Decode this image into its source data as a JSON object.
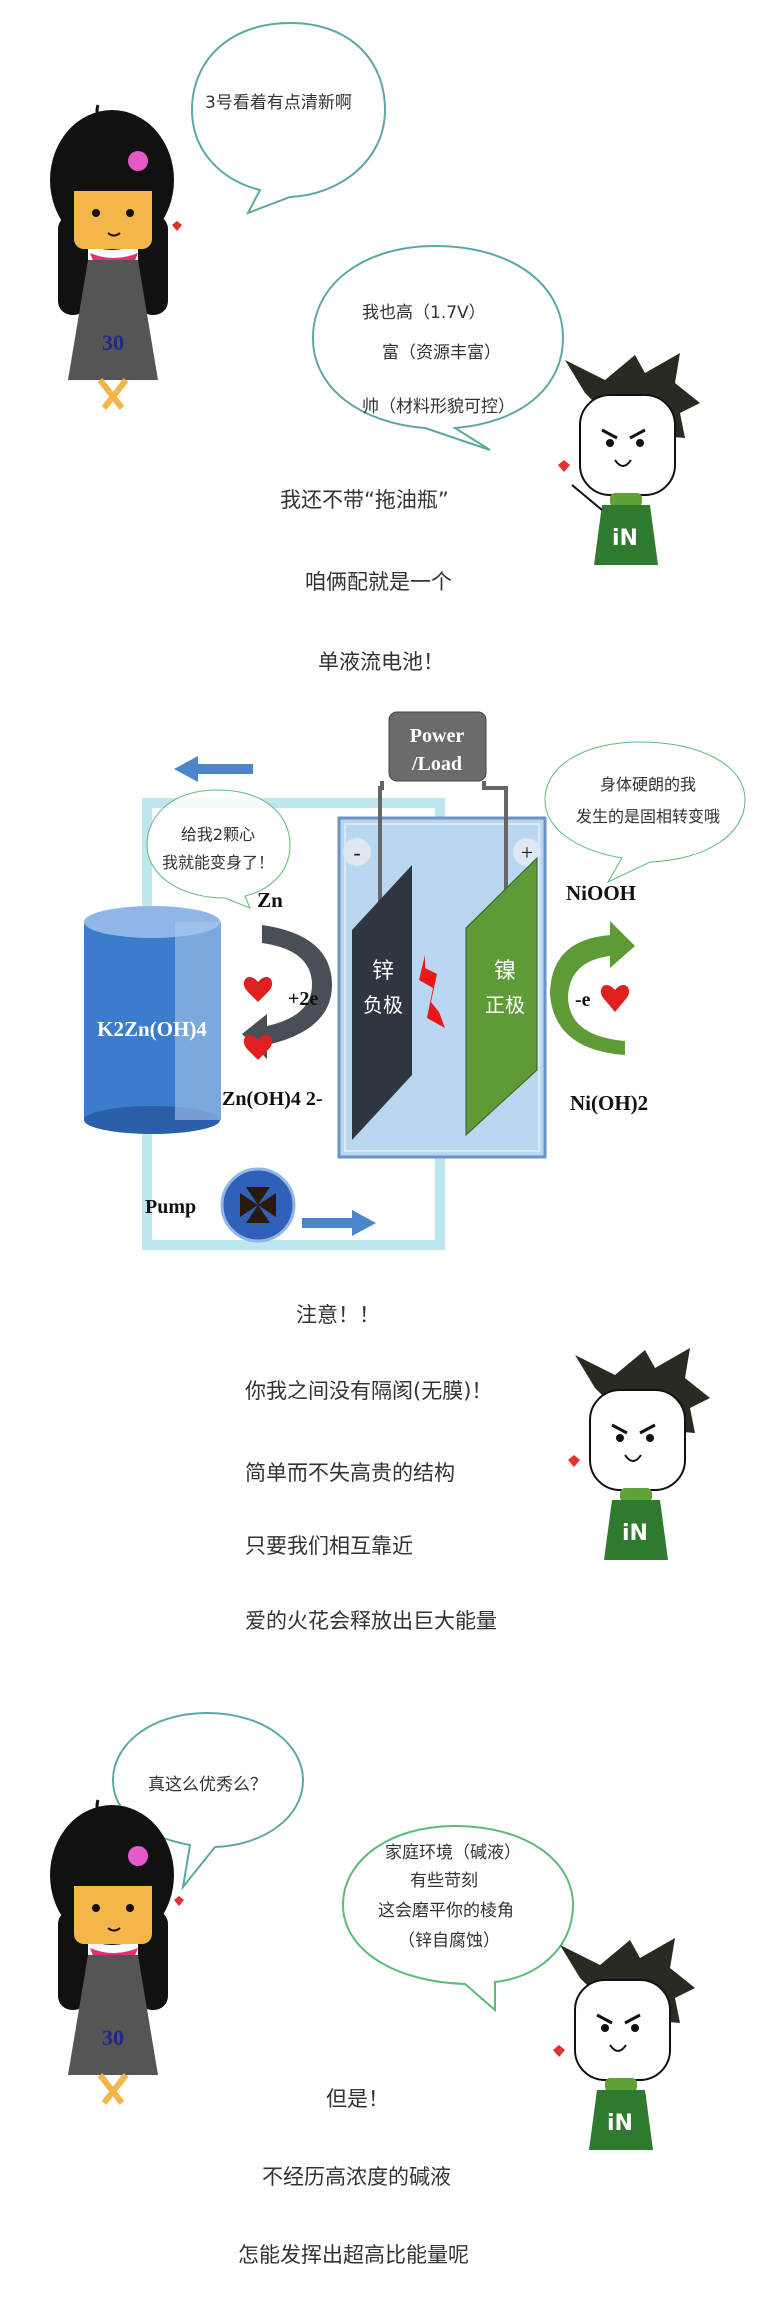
{
  "scene1": {
    "girl_bubble": "3号看着有点清新啊",
    "boy_bubble": [
      "我也高（1.7V）",
      "富（资源丰富）",
      "帅（材料形貌可控）"
    ],
    "lines": [
      "我还不带“拖油瓶”",
      "咱俩配就是一个",
      "单液流电池！"
    ],
    "girl_dress_number": "30",
    "boy_shirt_logo": "iN"
  },
  "diagram": {
    "power_label": [
      "Power",
      "/Load"
    ],
    "left_bubble": [
      "给我2颗心",
      "我就能变身了！"
    ],
    "right_bubble": [
      "身体硬朗的我",
      "发生的是固相转变哦"
    ],
    "minus": "-",
    "plus": "+",
    "zinc_electrode": [
      "锌",
      "负极"
    ],
    "nickel_electrode": [
      "镍",
      "正极"
    ],
    "tank_label": "K2Zn(OH)4",
    "zn": "Zn",
    "plus_2e": "+2e",
    "zincate": "Zn(OH)4 2-",
    "niooh": "NiOOH",
    "minus_e": "-e",
    "nioh2": "Ni(OH)2",
    "pump": "Pump",
    "colors": {
      "pipe": "#bfe6ee",
      "tank": "#2f6fbf",
      "zinc": "#2f3640",
      "nickel": "#5e9a36",
      "heart": "#e02020",
      "arrow": "#4a86c8"
    }
  },
  "scene2": {
    "lines": [
      "注意！！",
      "你我之间没有隔阂(无膜)！",
      "简单而不失高贵的结构",
      "只要我们相互靠近",
      "爱的火花会释放出巨大能量"
    ]
  },
  "scene3": {
    "girl_bubble": "真这么优秀么？",
    "boy_bubble": [
      "家庭环境（碱液）",
      "有些苛刻",
      "这会磨平你的棱角",
      "（锌自腐蚀）"
    ],
    "lines": [
      "但是！",
      "不经历高浓度的碱液",
      "怎能发挥出超高比能量呢"
    ]
  }
}
